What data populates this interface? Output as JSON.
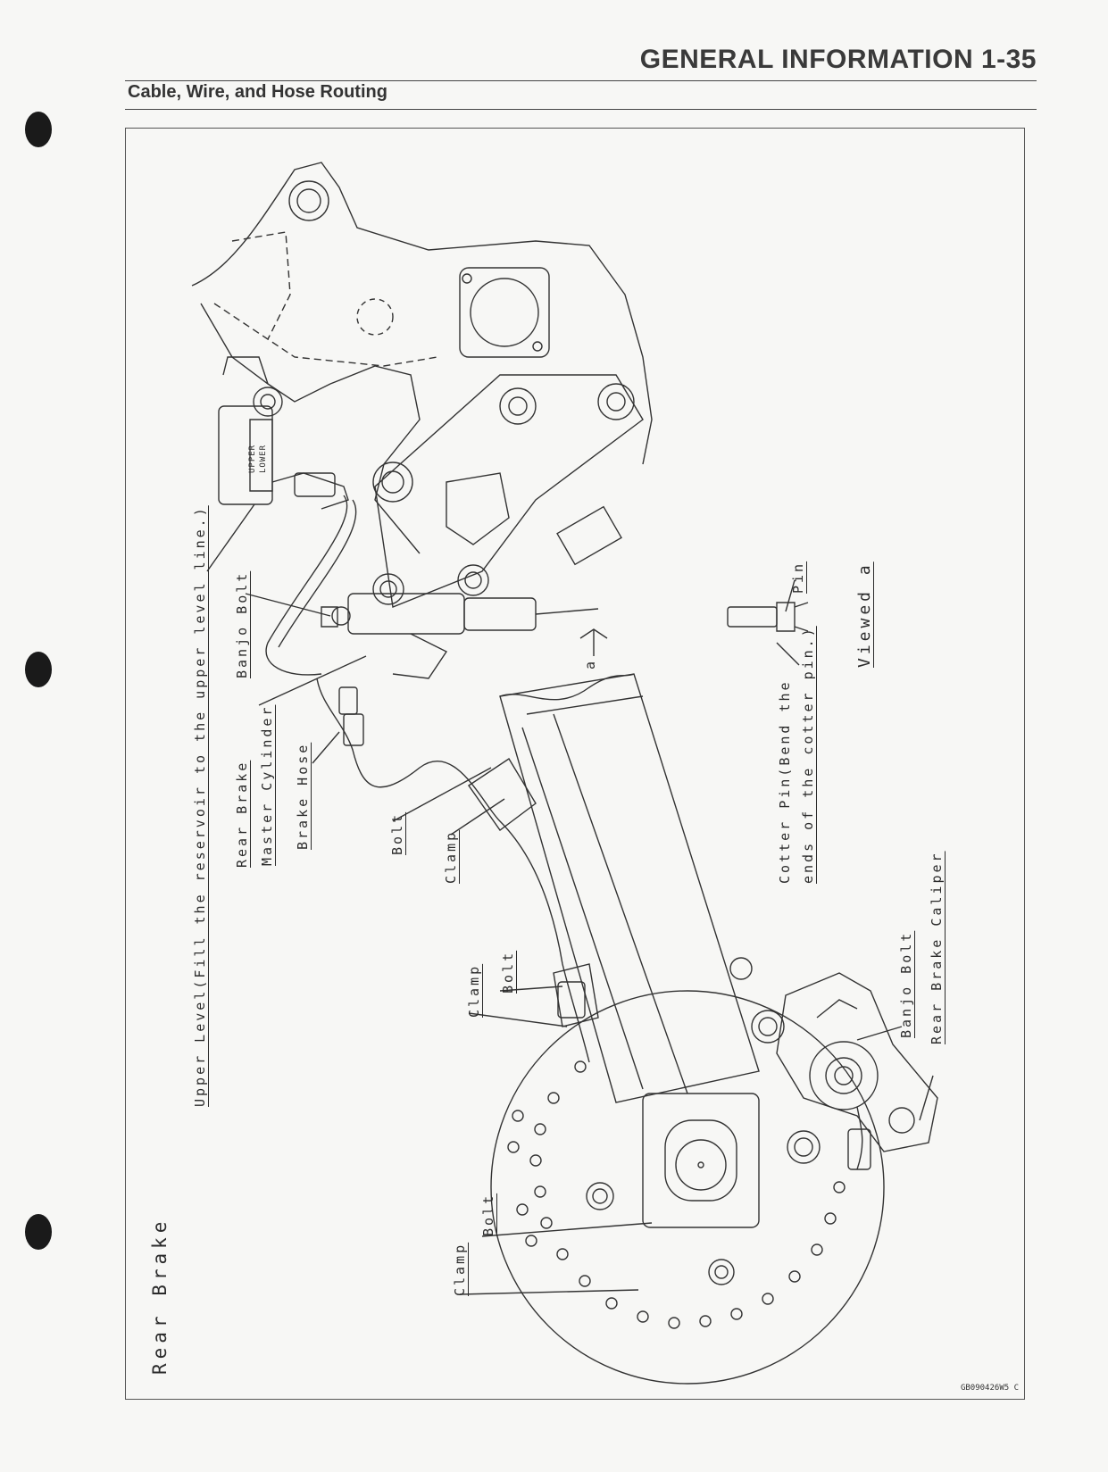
{
  "header": {
    "title": "GENERAL INFORMATION 1-35",
    "section": "Cable, Wire, and Hose Routing"
  },
  "diagram": {
    "title": "Rear Brake",
    "labels": {
      "upper_level": "Upper Level(Fill the reservoir to the upper level line.)",
      "reservoir_upper": "UPPER",
      "reservoir_lower": "LOWER",
      "banjo_bolt_top": "Banjo Bolt",
      "rear_brake": "Rear Brake",
      "master_cylinder": "Master Cylinder",
      "brake_hose": "Brake Hose",
      "bolt_1": "Bolt",
      "clamp_1": "Clamp",
      "bolt_2": "Bolt",
      "clamp_2": "Clamp",
      "bolt_3": "Bolt",
      "clamp_3": "Clamp",
      "arrow_a": "a",
      "cotter_pin": "Cotter Pin(Bend the",
      "cotter_pin_2": "ends of the cotter pin.)",
      "pin": "Pin",
      "viewed_a": "Viewed a",
      "banjo_bolt_bottom": "Banjo Bolt",
      "rear_brake_caliper": "Rear Brake Caliper"
    }
  },
  "footer": {
    "code": "GB090426W5 C"
  }
}
